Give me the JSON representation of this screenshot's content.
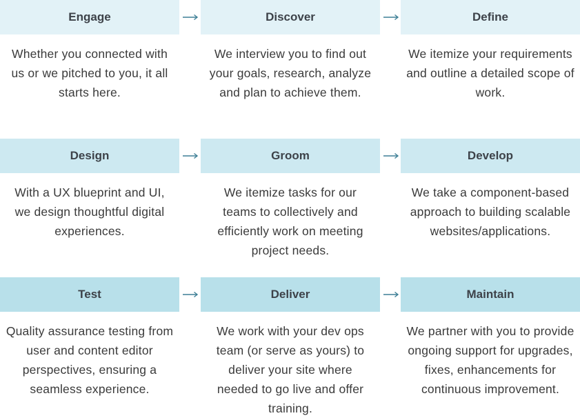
{
  "colors": {
    "row1_header_bg": "#e2f2f7",
    "row2_header_bg": "#cde9f1",
    "row3_header_bg": "#b8e0ea",
    "arrow": "#3d7f95",
    "header_text": "#3d4249",
    "body_text": "#3a3a3a"
  },
  "icons": {
    "arrow": "long-right-arrow-icon"
  },
  "steps": [
    {
      "title": "Engage",
      "description": "Whether you connected with us or we pitched to you, it all starts here."
    },
    {
      "title": "Discover",
      "description": "We interview you to find out your goals, research, analyze and plan to achieve them."
    },
    {
      "title": "Define",
      "description": "We itemize your requirements and outline a detailed scope of work."
    },
    {
      "title": "Design",
      "description": "With a UX blueprint and UI, we design thoughtful digital experiences."
    },
    {
      "title": "Groom",
      "description": "We itemize tasks for our teams to collectively and efficiently work on meeting project needs."
    },
    {
      "title": "Develop",
      "description": "We take a component-based approach to building scalable websites/applications."
    },
    {
      "title": "Test",
      "description": "Quality assurance testing from user and content editor perspectives, ensuring a seamless experience."
    },
    {
      "title": "Deliver",
      "description": "We work with your dev ops team (or serve as yours) to deliver your site where needed to go live and offer training."
    },
    {
      "title": "Maintain",
      "description": "We partner with you to provide ongoing support for upgrades, fixes, enhancements for continuous improvement."
    }
  ]
}
